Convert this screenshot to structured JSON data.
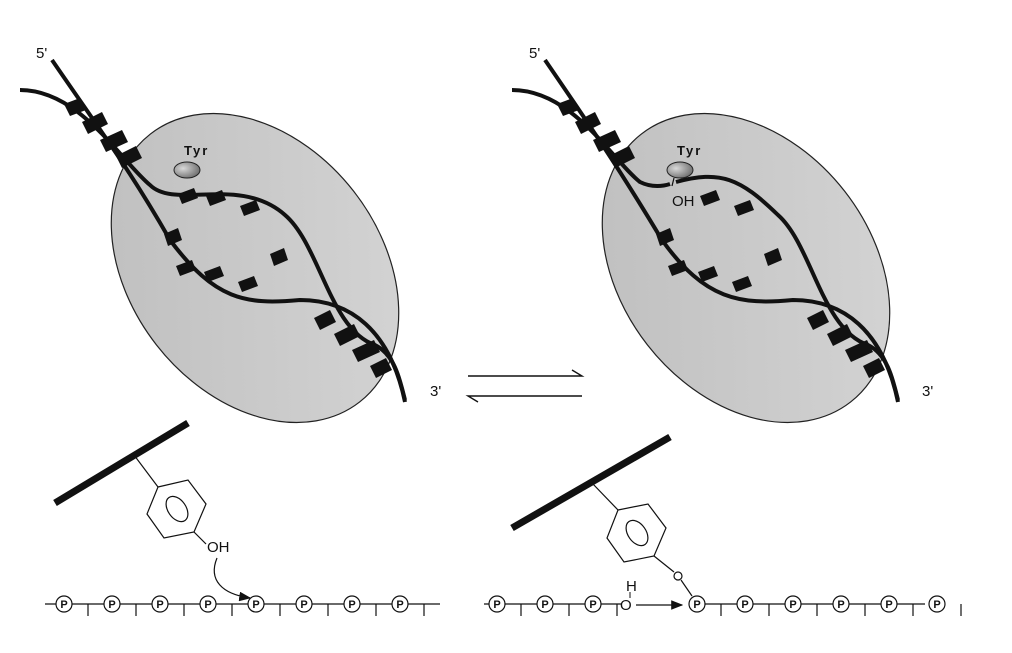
{
  "colors": {
    "protein_fill": "#c8c8c8",
    "tyr_fill": "#8c8c8c",
    "strand": "#111111"
  },
  "left_panel": {
    "five_prime": "5'",
    "three_prime": "3'",
    "tyr_label": "Tyr"
  },
  "right_panel": {
    "five_prime": "5'",
    "three_prime": "3'",
    "tyr_label": "Tyr",
    "oh_label": "OH"
  },
  "equilibrium": {
    "icon": "reversible-arrows-icon"
  },
  "bottom_left": {
    "oh_label": "OH",
    "phosphates": [
      "P",
      "P",
      "P",
      "P",
      "P",
      "P",
      "P",
      "P"
    ]
  },
  "bottom_right": {
    "h_label": "H",
    "phosphates_left": [
      "P",
      "P",
      "P"
    ],
    "phosphates_right": [
      "P",
      "P",
      "P",
      "P",
      "P",
      "P"
    ]
  }
}
